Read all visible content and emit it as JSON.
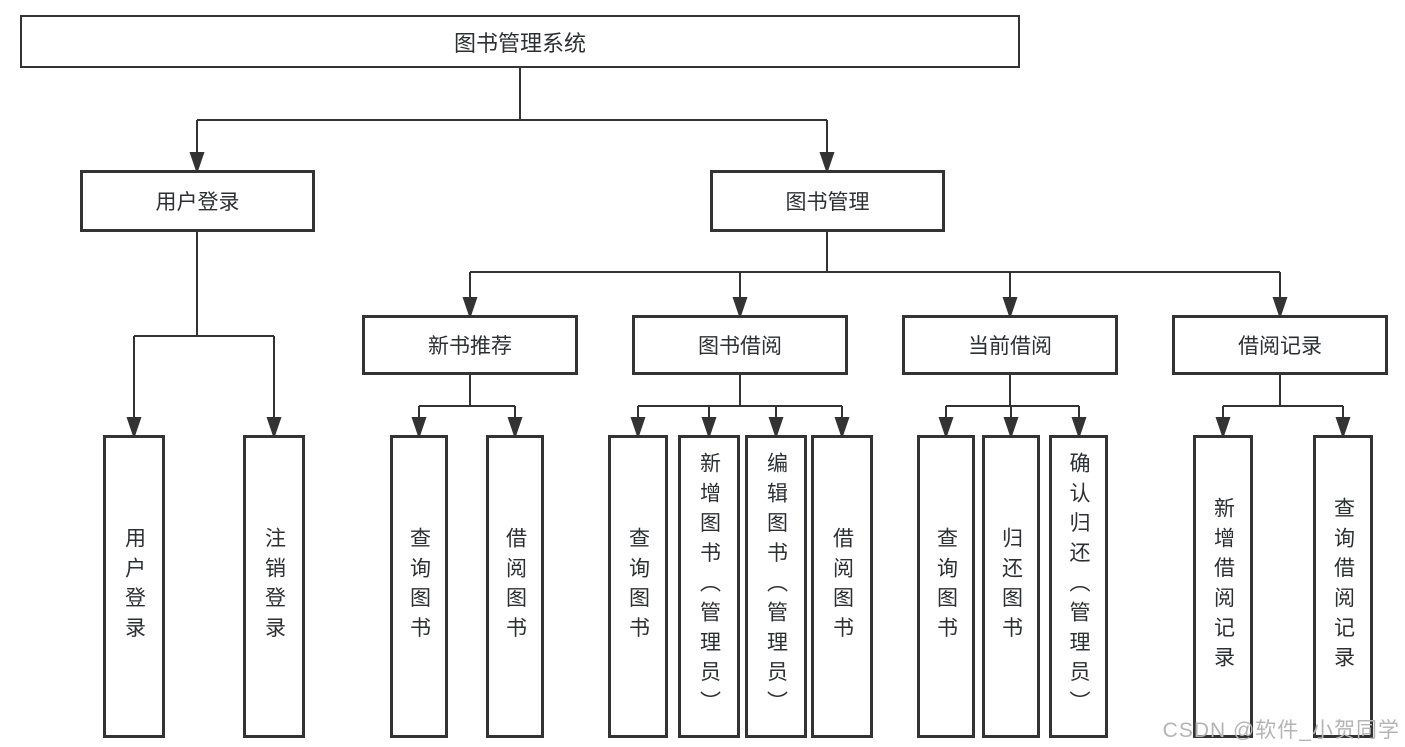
{
  "nodes": {
    "root": "图书管理系统",
    "level2": [
      "用户登录",
      "图书管理"
    ],
    "level3": [
      "新书推荐",
      "图书借阅",
      "当前借阅",
      "借阅记录"
    ],
    "leaves": {
      "login": [
        "用户登录",
        "注销登录"
      ],
      "recommend": [
        "查询图书",
        "借阅图书"
      ],
      "borrow": [
        "查询图书",
        "新增图书（管理员）",
        "编辑图书（管理员）",
        "借阅图书"
      ],
      "current": [
        "查询图书",
        "归还图书",
        "确认归还（管理员）"
      ],
      "records": [
        "新增借阅记录",
        "查询借阅记录"
      ]
    }
  },
  "watermark": {
    "text": "CSDN @软件_小贺同学"
  },
  "colors": {
    "line": "#333333",
    "box_border": "#333333",
    "text": "#2d2f33",
    "watermark": "#b4b4b4",
    "background": "#ffffff"
  }
}
